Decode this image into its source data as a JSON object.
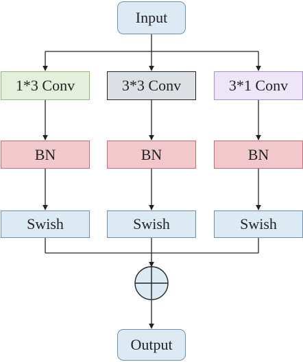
{
  "input_label": "Input",
  "output_label": "Output",
  "branches": [
    {
      "conv": "1*3 Conv",
      "bn": "BN",
      "act": "Swish"
    },
    {
      "conv": "3*3 Conv",
      "bn": "BN",
      "act": "Swish"
    },
    {
      "conv": "3*1 Conv",
      "bn": "BN",
      "act": "Swish"
    }
  ],
  "colors": {
    "input_fill": "#ddeaf4",
    "conv_left_fill": "#e4f0dc",
    "conv_mid_fill": "#dcdfe3",
    "conv_right_fill": "#ece6f7",
    "bn_fill": "#f1c9cd",
    "swish_fill": "#dceaf3",
    "sum_fill": "#dceaf3"
  }
}
